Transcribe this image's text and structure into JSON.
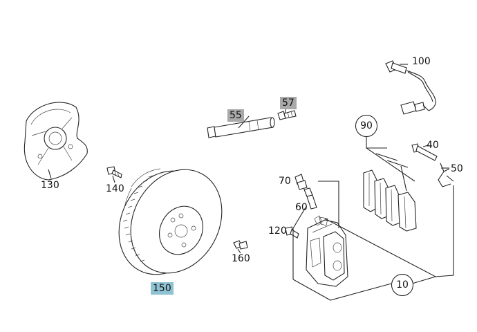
{
  "diagram": {
    "highlight_gray": "#a9a9a9",
    "highlight_blue": "#8fc3d3",
    "labels": {
      "p130": "130",
      "p140": "140",
      "p150": "150",
      "p160": "160",
      "p55": "55",
      "p57": "57",
      "p100": "100",
      "p90": "90",
      "p40": "40",
      "p50": "50",
      "p70": "70",
      "p60": "60",
      "p120": "120",
      "p10": "10"
    }
  }
}
